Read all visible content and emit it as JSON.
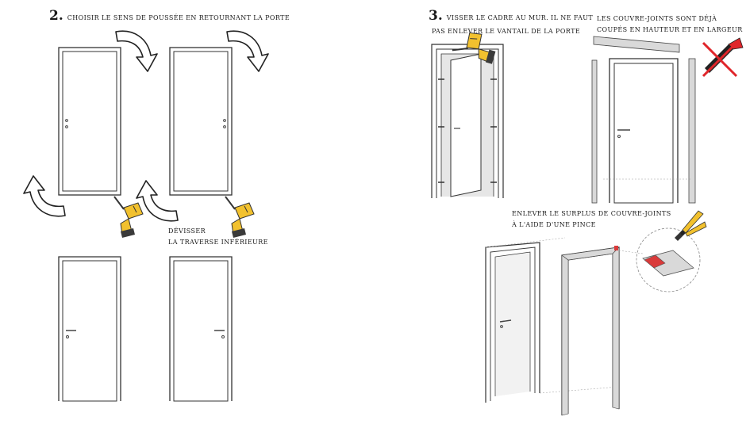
{
  "step2": {
    "number": "2.",
    "instruction": "Choisir le sens de poussée en retournant la porte",
    "unscrew_line1": "Dévisser",
    "unscrew_line2": "la traverse inférieure"
  },
  "step3": {
    "number": "3.",
    "instruction_line1": "Visser le cadre au mur. Il ne faut",
    "instruction_line2": "pas enlever le vantail de la porte",
    "precut_line1": "Les couvre-joints sont déjà",
    "precut_line2": "coupés en hauteur et en largeur",
    "trim_line1": "Enlever le surplus de couvre-joints",
    "trim_line2": "à l'aide d'une pince"
  },
  "icons": {
    "rotate_arrow": "curved-rotate-arrow-icon",
    "drill": "cordless-drill-icon",
    "saw_crossed": "no-saw-icon",
    "pliers": "pliers-icon"
  },
  "colors": {
    "line": "#333333",
    "frame_fill": "#d9d9d9",
    "tool_yellow": "#f2c12e",
    "saw_red": "#e0262b",
    "cut_red": "#d93a3a"
  }
}
